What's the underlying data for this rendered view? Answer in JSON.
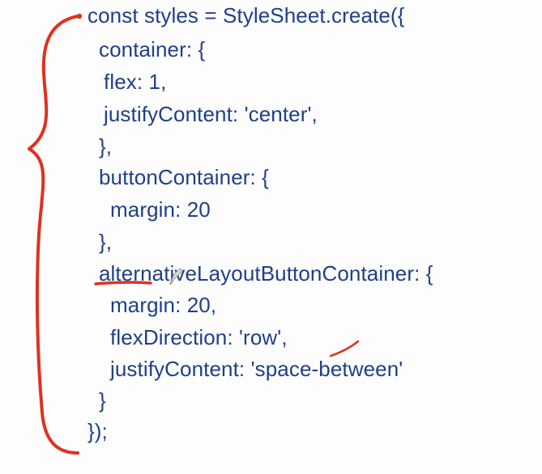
{
  "code": {
    "lines": [
      "const styles = StyleSheet.create({",
      "container: {",
      "flex: 1,",
      "justifyContent: 'center',",
      "},",
      "buttonContainer: {",
      "margin: 20",
      "},",
      "alternativeLayoutButtonContainer: {",
      "margin: 20,",
      "flexDirection: 'row',",
      "justifyContent: 'space-between'",
      "}",
      "});"
    ]
  },
  "colors": {
    "code_text": "#1f3f8a",
    "annotation_ink": "#e0311f",
    "background": "#fdfdfd"
  },
  "annotations": [
    "left-curly-brace",
    "underline-alter",
    "tick-mark-space",
    "dot-mark-top"
  ]
}
